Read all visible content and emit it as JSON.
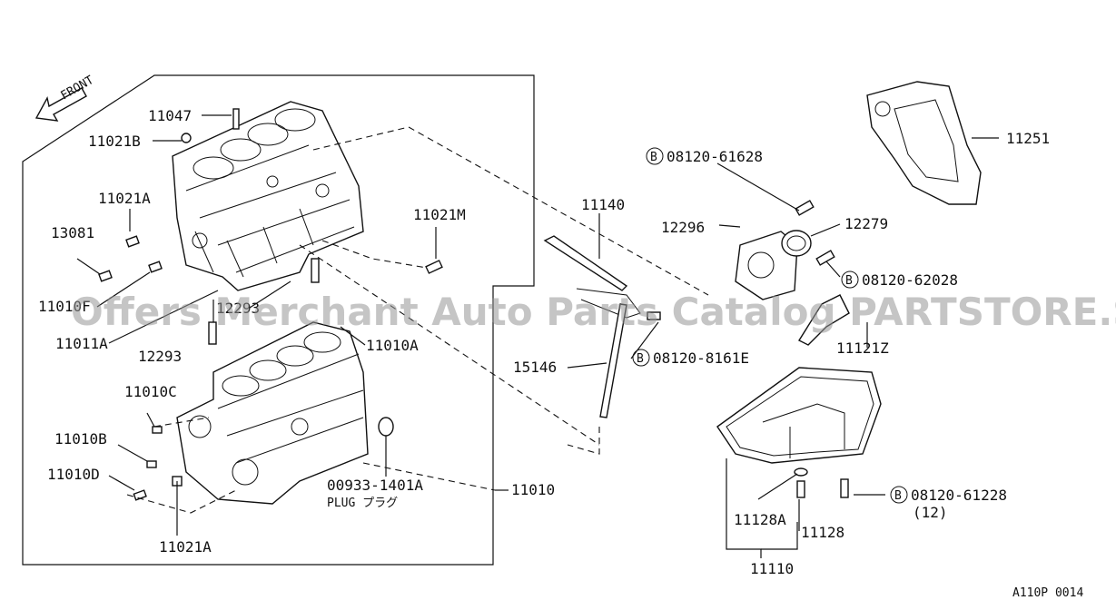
{
  "diagram_id": "A110P 0014",
  "front_label": "FRONT",
  "watermark": "Offers Merchant Auto Parts Catalog PARTSTORE.SA",
  "callouts": {
    "p11047": "11047",
    "p11021B": "11021B",
    "p11021A_top": "11021A",
    "p13081": "13081",
    "p11010F": "11010F",
    "p11011A": "11011A",
    "p12293_a": "12293",
    "p12293_b": "12293",
    "p11010A": "11010A",
    "p11021M": "11021M",
    "p11010C": "11010C",
    "p11010B": "11010B",
    "p11010D": "11010D",
    "p11021A_bottom": "11021A",
    "p00933": "00933-1401A",
    "plug": "PLUG プラグ",
    "p11010": "11010",
    "p11140": "11140",
    "p15146": "15146",
    "bolt_8161E": "08120-8161E",
    "bolt_61628": "08120-61628",
    "p12296": "12296",
    "p12279": "12279",
    "bolt_62028": "08120-62028",
    "p11121Z": "11121Z",
    "p11251": "11251",
    "bolt_61228": "08120-61228",
    "qty_61228": "(12)",
    "p11128A": "11128A",
    "p11128": "11128",
    "p11110": "11110"
  },
  "bolt_marker": "B"
}
